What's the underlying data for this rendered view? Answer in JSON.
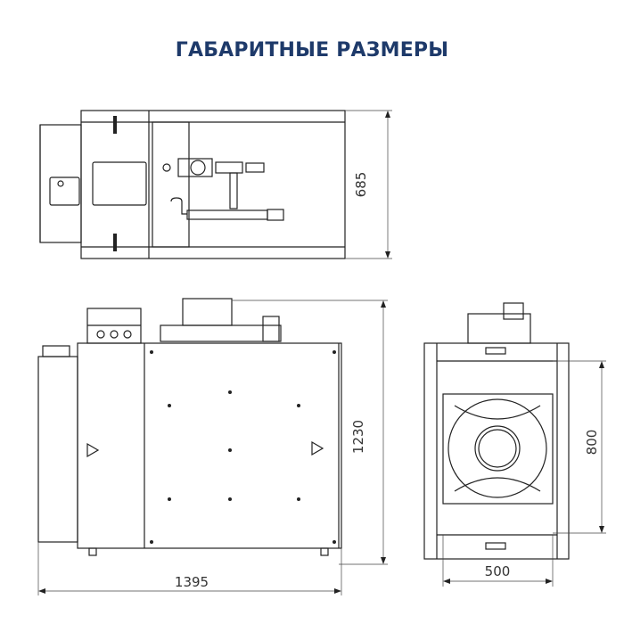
{
  "title": "ГАБАРИТНЫЕ РАЗМЕРЫ",
  "views": {
    "top": {
      "dimension_height": "685"
    },
    "front": {
      "dimension_height": "1230",
      "dimension_width": "1395"
    },
    "side": {
      "dimension_height": "800",
      "dimension_width": "500"
    }
  },
  "colors": {
    "title": "#1e3a6a",
    "lines": "#222222"
  }
}
